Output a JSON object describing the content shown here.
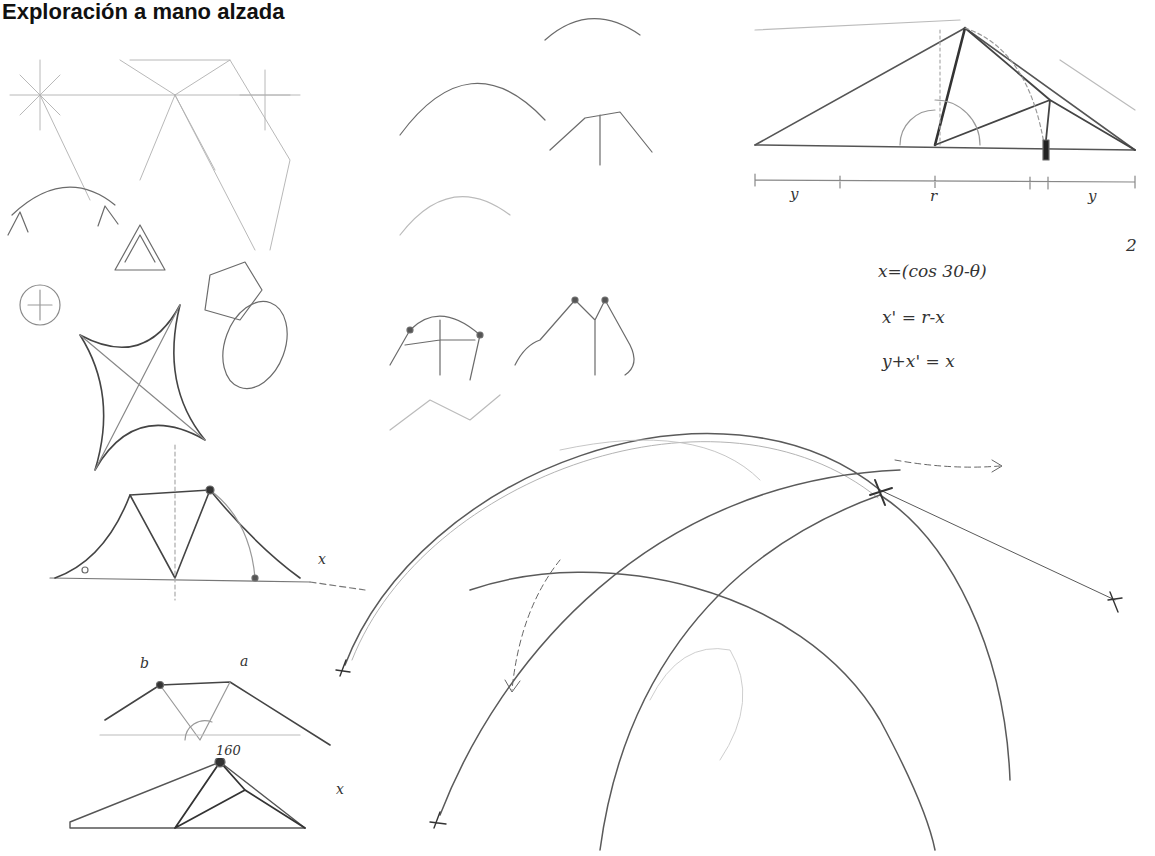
{
  "diagram": {
    "title": "Exploración a mano alzada",
    "labels": [
      "x=(cos 30-θ)",
      "x' = r-x",
      "y+x' = x",
      "2",
      "y",
      "r",
      "y",
      "b",
      "a",
      "160",
      "x",
      "x"
    ]
  }
}
